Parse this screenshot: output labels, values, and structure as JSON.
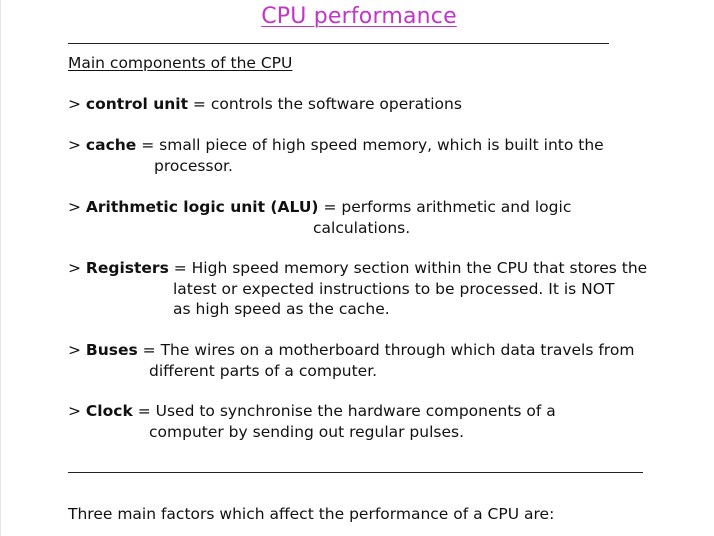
{
  "document": {
    "title": "CPU performance",
    "heading": "Main components of the CPU",
    "entries": [
      {
        "prefix": "> ",
        "term": "control unit",
        "line1": " = controls the software operations",
        "lines": []
      },
      {
        "prefix": "> ",
        "term": "cache",
        "line1": " = small piece of high speed memory, which is built into the",
        "lines": [
          "processor."
        ]
      },
      {
        "prefix": "> ",
        "term": "Arithmetic logic unit (ALU)",
        "line1": " = performs arithmetic and logic",
        "lines": [
          "calculations."
        ]
      },
      {
        "prefix": "> ",
        "term": "Registers",
        "line1": " = High speed memory section within the CPU that stores the",
        "lines": [
          "latest or expected instructions to be processed. It is NOT",
          "as high speed as the cache."
        ]
      },
      {
        "prefix": "> ",
        "term": "Buses",
        "line1": " = The wires on a motherboard through which data travels from",
        "lines": [
          "different parts of a computer."
        ]
      },
      {
        "prefix": "> ",
        "term": "Clock",
        "line1": " = Used to synchronise the hardware components of a",
        "lines": [
          "computer by sending out regular pulses."
        ]
      }
    ],
    "factors_intro": "Three main factors which affect the performance of a CPU are:"
  },
  "colors": {
    "title": "#c235c8",
    "text": "#111111",
    "rule": "#222222"
  }
}
